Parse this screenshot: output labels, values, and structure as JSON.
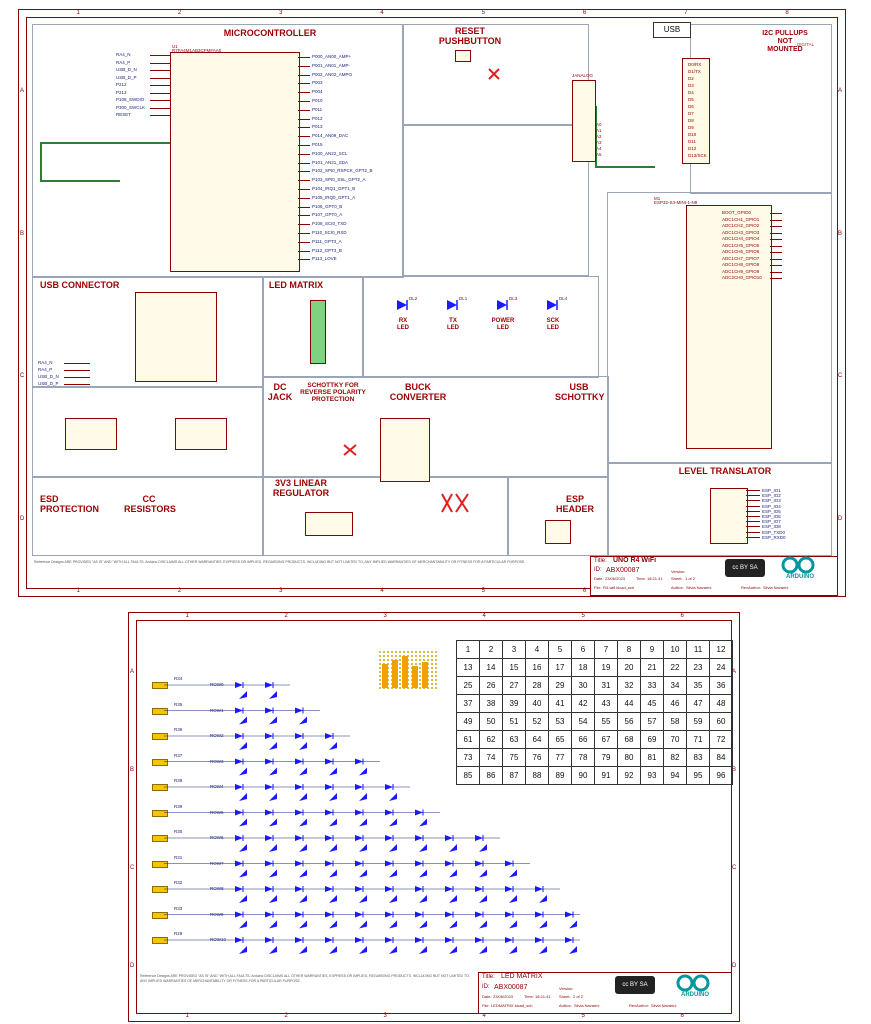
{
  "sheet1": {
    "sections": {
      "microcontroller": "MICROCONTROLLER",
      "reset": "RESET\nPUSHBUTTON",
      "i2c": "I2C PULLUPS\nNOT\nMOUNTED",
      "usb_connector": "USB CONNECTOR",
      "led_matrix": "LED MATRIX",
      "dc_jack": "DC\nJACK",
      "schottky": "SCHOTTKY FOR\nREVERSE POLARITY\nPROTECTION",
      "buck": "BUCK\nCONVERTER",
      "usb_schottky": "USB\nSCHOTTKY",
      "esd": "ESD\nPROTECTION",
      "cc_resistors": "CC\nRESISTORS",
      "ldo": "3V3 LINEAR\nREGULATOR",
      "esp_header": "ESP\nHEADER",
      "level_translator": "LEVEL TRANSLATOR"
    },
    "usb_label": "USB",
    "mcu_part": "R7FA4M1AB3CFM#AA0",
    "mcu_ref": "U1",
    "esp_part": "ESP32-S3-MINI-1-N8",
    "esp_ref": "M1",
    "digital_label": "DIGITAL",
    "analog_label": "JANALOG",
    "leds": [
      {
        "ref": "DL2",
        "name": "RX\nLED"
      },
      {
        "ref": "DL1",
        "name": "TX\nLED"
      },
      {
        "ref": "DL3",
        "name": "POWER\nLED"
      },
      {
        "ref": "DL4",
        "name": "SCK\nLED"
      }
    ],
    "nets_left": [
      "RA4_N",
      "RA4_P",
      "USB_D_N",
      "USB_D_P",
      "P212",
      "P213",
      "P108_SWDIO",
      "P300_SWCLK",
      "RESET"
    ],
    "nets_mcu_right": [
      "P000_AN00_AMP+",
      "P001_AN01_AMP-",
      "P002_AN02_AMPO",
      "P003",
      "P004",
      "P010",
      "P011",
      "P012",
      "P013",
      "P014_AN09_DAC",
      "P015",
      "P100_AN22_SCL",
      "P101_AN21_SDA",
      "P102_SPI0_RSPCK_GPT2_B",
      "P103_SPI0_SSL_GPT2_A",
      "P104_IRQ1_GPT1_B",
      "P105_IRQ0_GPT1_A",
      "P106_GPT0_B",
      "P107_GPT0_A",
      "P108_SCI0_TXD",
      "P110_SCI0_RXD",
      "P111_GPT3_A",
      "P112_GPT3_B",
      "P113_LOVE"
    ],
    "digital_pins": [
      "D0/RX",
      "D1/TX",
      "D2",
      "D3",
      "D4",
      "D5",
      "D6",
      "D7",
      "D8",
      "D9",
      "D10",
      "D11",
      "D12",
      "D13/SCK"
    ],
    "analog_pins": [
      "A0",
      "A1",
      "A2",
      "A3",
      "A4",
      "A5"
    ],
    "esp_pins_right": [
      "BOOT_GPIO0",
      "ADC1CH1_GPIO1",
      "ADC1CH2_GPIO2",
      "ADC1CH3_GPIO3",
      "ADC1CH4_GPIO4",
      "ADC1CH5_GPIO5",
      "ADC1CH6_GPIO6",
      "ADC1CH7_GPIO7",
      "ADC1CH8_GPIO8",
      "ADC1CH9_GPIO9",
      "ADC2CH0_GPIO10"
    ],
    "level_nets": [
      "ESP_IO1",
      "ESP_IO2",
      "ESP_IO3",
      "ESP_IO4",
      "ESP_IO5",
      "ESP_IO6",
      "ESP_IO7",
      "ESP_IO8",
      "ESP_TXD0",
      "ESP_RXD0"
    ],
    "title_block": {
      "title_key": "Title:",
      "title": "UNO R4 WiFi",
      "id_key": "ID:",
      "id": "ABX00087",
      "date_key": "Date:",
      "date": "23/06/2023",
      "time_key": "Time:",
      "time": "18:21:41",
      "version_key": "Version:",
      "sheet_key": "Sheet:",
      "sheet": "1 of 2",
      "file_key": "File:",
      "file": "R4-wifi.kicad_sch",
      "author_key": "Author:",
      "author": "Silvia Navarini",
      "rev_key": "RevAuthor:",
      "rev": "Silvia Navarini"
    },
    "zones_h": [
      "1",
      "2",
      "3",
      "4",
      "5",
      "6",
      "7",
      "8"
    ],
    "zones_v": [
      "A",
      "B",
      "C",
      "D"
    ],
    "disclaimer": "Reference Designs ARE PROVIDED \"AS IS\" AND \"WITH ALL FAULTS. Arduino DISCLAIMS ALL OTHER WARRANTIES, EXPRESS OR IMPLIED, REGARDING PRODUCTS, INCLUDING BUT NOT LIMITED TO, ANY IMPLIED WARRANTIES OF MERCHANTABILITY OR FITNESS FOR A PARTICULAR PURPOSE."
  },
  "sheet2": {
    "grid": [
      [
        "1",
        "2",
        "3",
        "4",
        "5",
        "6",
        "7",
        "8",
        "9",
        "10",
        "11",
        "12"
      ],
      [
        "13",
        "14",
        "15",
        "16",
        "17",
        "18",
        "19",
        "20",
        "21",
        "22",
        "23",
        "24"
      ],
      [
        "25",
        "26",
        "27",
        "28",
        "29",
        "30",
        "31",
        "32",
        "33",
        "34",
        "35",
        "36"
      ],
      [
        "37",
        "38",
        "39",
        "40",
        "41",
        "42",
        "43",
        "44",
        "45",
        "46",
        "47",
        "48"
      ],
      [
        "49",
        "50",
        "51",
        "52",
        "53",
        "54",
        "55",
        "56",
        "57",
        "58",
        "59",
        "60"
      ],
      [
        "61",
        "62",
        "63",
        "64",
        "65",
        "66",
        "67",
        "68",
        "69",
        "70",
        "71",
        "72"
      ],
      [
        "73",
        "74",
        "75",
        "76",
        "77",
        "78",
        "79",
        "80",
        "81",
        "82",
        "83",
        "84"
      ],
      [
        "85",
        "86",
        "87",
        "88",
        "89",
        "90",
        "91",
        "92",
        "93",
        "94",
        "95",
        "96"
      ]
    ],
    "rows": [
      "ROW0",
      "ROW1",
      "ROW2",
      "ROW3",
      "ROW4",
      "ROW5",
      "ROW6",
      "ROW7",
      "ROW8",
      "ROW9",
      "ROW10"
    ],
    "resistors": [
      "R34",
      "R35",
      "R36",
      "R37",
      "R38",
      "R39",
      "R30",
      "R31",
      "R32",
      "R33",
      "R29"
    ],
    "title_block": {
      "title_key": "Title:",
      "title": "LED MATRIX",
      "id_key": "ID:",
      "id": "ABX00087",
      "date_key": "Date:",
      "date": "23/06/2023",
      "time_key": "Time:",
      "time": "18:21:41",
      "version_key": "Version:",
      "sheet_key": "Sheet:",
      "sheet": "2 of 2",
      "file_key": "File:",
      "file": "LEDMATRIX.kicad_sch",
      "author_key": "Author:",
      "author": "Silvia Navarini",
      "rev_key": "RevAuthor:",
      "rev": "Silvia Navarini"
    },
    "zones_h": [
      "1",
      "2",
      "3",
      "4",
      "5",
      "6"
    ],
    "zones_v": [
      "A",
      "B",
      "C",
      "D"
    ],
    "disclaimer": "Reference Designs ARE PROVIDED \"AS IS\" AND \"WITH ALL FAULTS. Arduino DISCLAIMS ALL OTHER WARRANTIES, EXPRESS OR IMPLIED, REGARDING PRODUCTS, INCLUDING BUT NOT LIMITED TO, ANY IMPLIED WARRANTIES OF MERCHANTABILITY OR FITNESS FOR A PARTICULAR PURPOSE."
  },
  "brand": {
    "name": "ARDUINO",
    "license": "cc BY SA",
    "color": "#00979d"
  },
  "colors": {
    "frame": "#8b0000",
    "wire": "#2e7d32",
    "net": "#1a237e",
    "led": "#1a1aff",
    "matrix_yellow": "#f6c400"
  }
}
